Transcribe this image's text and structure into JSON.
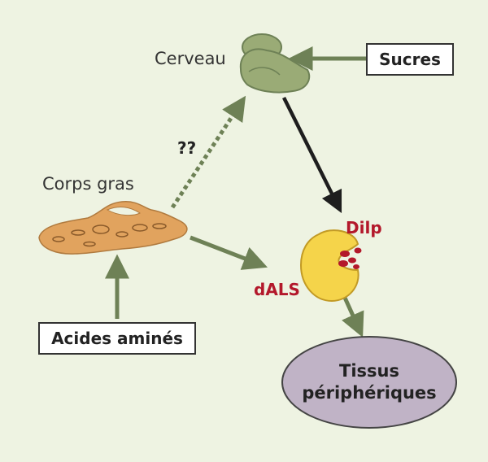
{
  "labels": {
    "cerveau": "Cerveau",
    "sucres": "Sucres",
    "unknown": "??",
    "corps_gras": "Corps gras",
    "acides_amines": "Acides aminés",
    "dilp": "Dilp",
    "dals": "dALS",
    "tissus_line1": "Tissus",
    "tissus_line2": "périphériques"
  },
  "colors": {
    "background": "#eef3e2",
    "arrow_green": "#6e8156",
    "arrow_dark": "#1e1e1e",
    "brain_fill": "#9aab76",
    "fatbody_fill": "#e1a35e",
    "dals_fill": "#f5d44a",
    "dilp_fill": "#b3182b",
    "tissus_fill": "#c0b3c6",
    "label_red": "#b3182b"
  }
}
